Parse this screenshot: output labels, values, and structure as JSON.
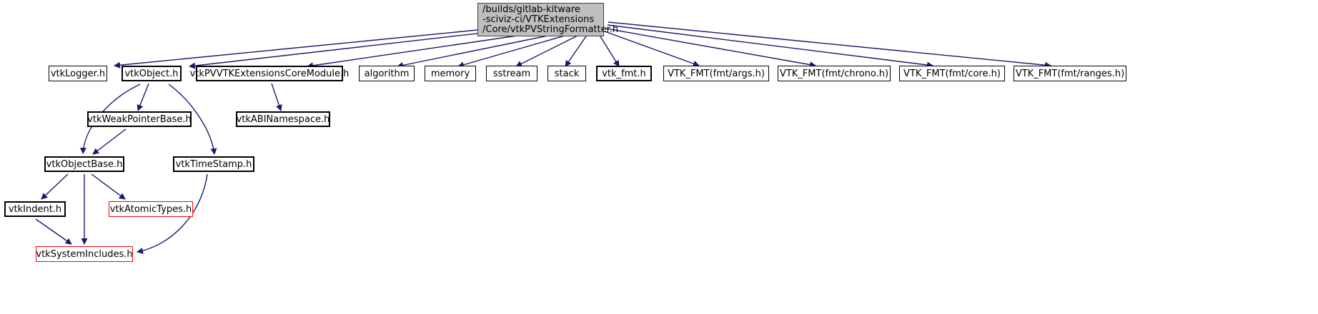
{
  "graph": {
    "type": "include-dependency-graph",
    "title": "Include dependency graph for vtkPVStringFormatter.h",
    "colors": {
      "edge": "#191970",
      "root_fill": "#bfbfbf",
      "root_border": "#404040",
      "node_fill": "#ffffff",
      "node_border": "#000000",
      "highlight_border": "#ff0000"
    },
    "root": {
      "id": "root",
      "lines": [
        "/builds/gitlab-kitware",
        "-sciviz-ci/VTKExtensions",
        "/Core/vtkPVStringFormatter.h"
      ]
    },
    "nodes": [
      {
        "id": "vtkLogger",
        "label": "vtkLogger.h"
      },
      {
        "id": "vtkObject",
        "label": "vtkObject.h"
      },
      {
        "id": "vtkPVVTKExtensionsCoreModule",
        "label": "vtkPVVTKExtensionsCoreModule.h"
      },
      {
        "id": "algorithm",
        "label": "algorithm"
      },
      {
        "id": "memory",
        "label": "memory"
      },
      {
        "id": "sstream",
        "label": "sstream"
      },
      {
        "id": "stack",
        "label": "stack"
      },
      {
        "id": "vtk_fmt",
        "label": "vtk_fmt.h"
      },
      {
        "id": "fmt_args",
        "label": "VTK_FMT(fmt/args.h)"
      },
      {
        "id": "fmt_chrono",
        "label": "VTK_FMT(fmt/chrono.h)"
      },
      {
        "id": "fmt_core",
        "label": "VTK_FMT(fmt/core.h)"
      },
      {
        "id": "fmt_ranges",
        "label": "VTK_FMT(fmt/ranges.h)"
      },
      {
        "id": "vtkWeakPointerBase",
        "label": "vtkWeakPointerBase.h"
      },
      {
        "id": "vtkABINamespace",
        "label": "vtkABINamespace.h"
      },
      {
        "id": "vtkObjectBase",
        "label": "vtkObjectBase.h"
      },
      {
        "id": "vtkTimeStamp",
        "label": "vtkTimeStamp.h"
      },
      {
        "id": "vtkIndent",
        "label": "vtkIndent.h"
      },
      {
        "id": "vtkAtomicTypes",
        "label": "vtkAtomicTypes.h"
      },
      {
        "id": "vtkSystemIncludes",
        "label": "vtkSystemIncludes.h"
      }
    ],
    "edges": [
      {
        "from": "root",
        "to": "vtkLogger"
      },
      {
        "from": "root",
        "to": "vtkObject"
      },
      {
        "from": "root",
        "to": "vtkPVVTKExtensionsCoreModule"
      },
      {
        "from": "root",
        "to": "algorithm"
      },
      {
        "from": "root",
        "to": "memory"
      },
      {
        "from": "root",
        "to": "sstream"
      },
      {
        "from": "root",
        "to": "stack"
      },
      {
        "from": "root",
        "to": "vtk_fmt"
      },
      {
        "from": "root",
        "to": "fmt_args"
      },
      {
        "from": "root",
        "to": "fmt_chrono"
      },
      {
        "from": "root",
        "to": "fmt_core"
      },
      {
        "from": "root",
        "to": "fmt_ranges"
      },
      {
        "from": "vtkObject",
        "to": "vtkWeakPointerBase"
      },
      {
        "from": "vtkObject",
        "to": "vtkObjectBase"
      },
      {
        "from": "vtkObject",
        "to": "vtkTimeStamp"
      },
      {
        "from": "vtkPVVTKExtensionsCoreModule",
        "to": "vtkABINamespace"
      },
      {
        "from": "vtkWeakPointerBase",
        "to": "vtkObjectBase"
      },
      {
        "from": "vtkObjectBase",
        "to": "vtkIndent"
      },
      {
        "from": "vtkObjectBase",
        "to": "vtkAtomicTypes"
      },
      {
        "from": "vtkObjectBase",
        "to": "vtkSystemIncludes"
      },
      {
        "from": "vtkIndent",
        "to": "vtkSystemIncludes"
      },
      {
        "from": "vtkTimeStamp",
        "to": "vtkSystemIncludes"
      }
    ]
  }
}
